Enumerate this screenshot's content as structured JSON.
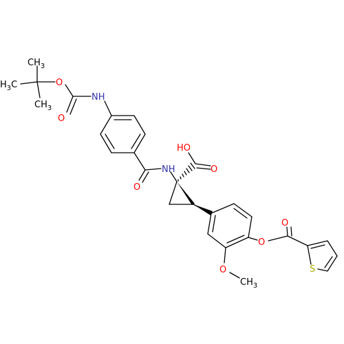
{
  "colors": {
    "bond": "#000000",
    "carbon": "#000000",
    "oxygen": "#ff0000",
    "nitrogen": "#3333aa",
    "sulfur": "#aaaa00"
  },
  "atom_labels": {
    "ch3_a": "CH3",
    "h3c": "H3C",
    "ch3_b": "CH3",
    "o_ester_boc": "O",
    "o_carbonyl_boc": "O",
    "nh_boc": "NH",
    "o_amide": "O",
    "nh_amide": "NH",
    "ho": "HO",
    "o_acid": "O",
    "o_ester_thio": "O",
    "o_carbonyl_thio": "O",
    "o_methoxy": "O",
    "ch3_methoxy": "CH3",
    "s_thiophene": "S"
  }
}
